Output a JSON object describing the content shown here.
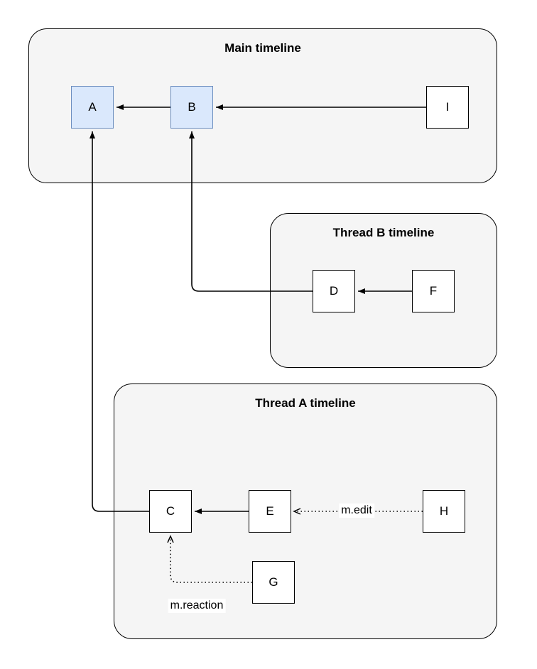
{
  "containers": {
    "main": {
      "title": "Main timeline"
    },
    "thread_b": {
      "title": "Thread B timeline"
    },
    "thread_a": {
      "title": "Thread A timeline"
    }
  },
  "nodes": {
    "A": {
      "label": "A"
    },
    "B": {
      "label": "B"
    },
    "I": {
      "label": "I"
    },
    "D": {
      "label": "D"
    },
    "F": {
      "label": "F"
    },
    "C": {
      "label": "C"
    },
    "E": {
      "label": "E"
    },
    "H": {
      "label": "H"
    },
    "G": {
      "label": "G"
    }
  },
  "edge_labels": {
    "edit": "m.edit",
    "reaction": "m.reaction"
  },
  "colors": {
    "container_fill": "#f5f5f5",
    "container_border": "#000000",
    "node_fill": "#ffffff",
    "node_border": "#000000",
    "highlight_fill": "#dae8fc",
    "highlight_border": "#6c8ebf",
    "arrow": "#000000",
    "background": "#ffffff"
  }
}
